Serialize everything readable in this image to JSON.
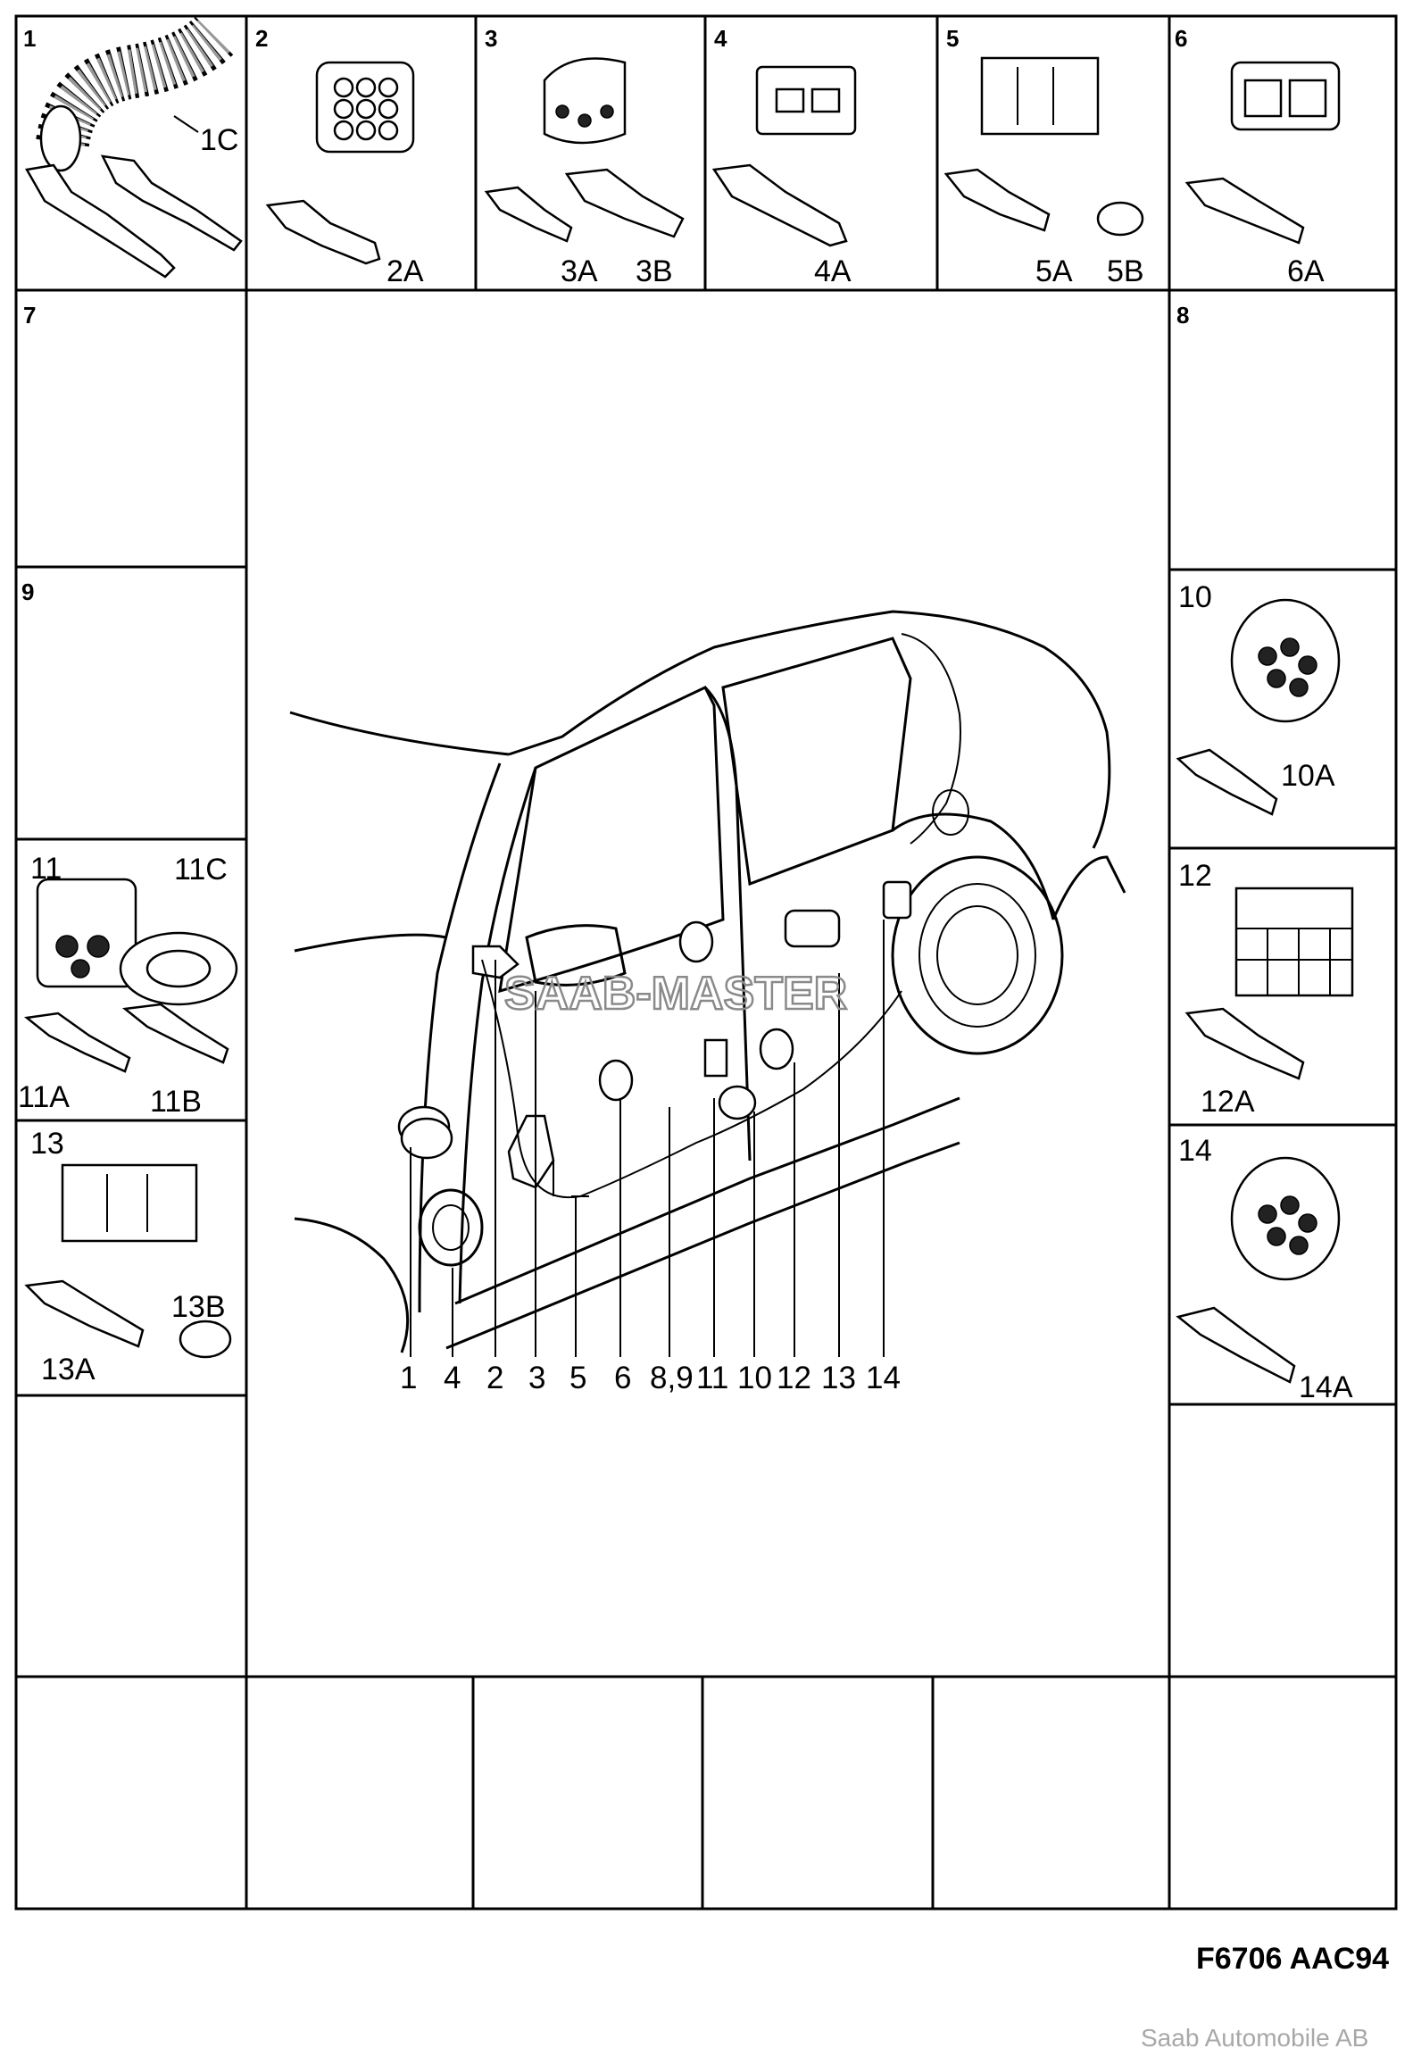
{
  "cells": [
    {
      "number": "1",
      "parts": [
        "1C"
      ]
    },
    {
      "number": "2",
      "parts": [
        "2A"
      ]
    },
    {
      "number": "3",
      "parts": [
        "3A",
        "3B"
      ]
    },
    {
      "number": "4",
      "parts": [
        "4A"
      ]
    },
    {
      "number": "5",
      "parts": [
        "5A",
        "5B"
      ]
    },
    {
      "number": "6",
      "parts": [
        "6A"
      ]
    },
    {
      "number": "7",
      "parts": []
    },
    {
      "number": "8",
      "parts": []
    },
    {
      "number": "9",
      "parts": []
    },
    {
      "number": "10",
      "parts": [
        "10A"
      ]
    },
    {
      "number": "11",
      "parts": [
        "11C",
        "11A",
        "11B"
      ]
    },
    {
      "number": "12",
      "parts": [
        "12A"
      ]
    },
    {
      "number": "13",
      "parts": [
        "13B",
        "13A"
      ]
    },
    {
      "number": "14",
      "parts": [
        "14A"
      ]
    }
  ],
  "callouts": [
    "1",
    "4",
    "2",
    "3",
    "5",
    "6",
    "8,9",
    "11",
    "10",
    "12",
    "13",
    "14"
  ],
  "watermark": "SAAB-MASTER",
  "drawing_code": "F6706 AAC94",
  "copyright": "Saab Automobile AB"
}
